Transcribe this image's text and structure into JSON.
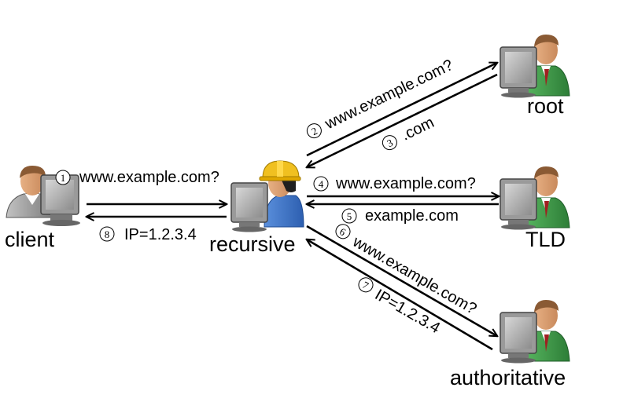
{
  "nodes": {
    "client": "client",
    "recursive": "recursive",
    "root": "root",
    "tld": "TLD",
    "authoritative": "authoritative"
  },
  "steps": [
    {
      "num": "1",
      "text": "www.example.com?"
    },
    {
      "num": "2",
      "text": "www.example.com?"
    },
    {
      "num": "3",
      "text": ".com"
    },
    {
      "num": "4",
      "text": "www.example.com?"
    },
    {
      "num": "5",
      "text": "example.com"
    },
    {
      "num": "6",
      "text": "www.example.com?"
    },
    {
      "num": "7",
      "text": "IP=1.2.3.4"
    },
    {
      "num": "8",
      "text": "IP=1.2.3.4"
    }
  ],
  "icons": {
    "client": "user-computer-icon",
    "recursive": "worker-computer-icon",
    "root": "server-admin-icon",
    "tld": "server-admin-icon",
    "authoritative": "server-admin-icon"
  },
  "colors": {
    "skin": "#d79a6c",
    "helmet": "#f0c020",
    "shirt_blue": "#3b73c8",
    "shirt_green": "#3c9a4a",
    "shirt_gray": "#9a9a9a",
    "monitor": "#8f8f8f"
  }
}
